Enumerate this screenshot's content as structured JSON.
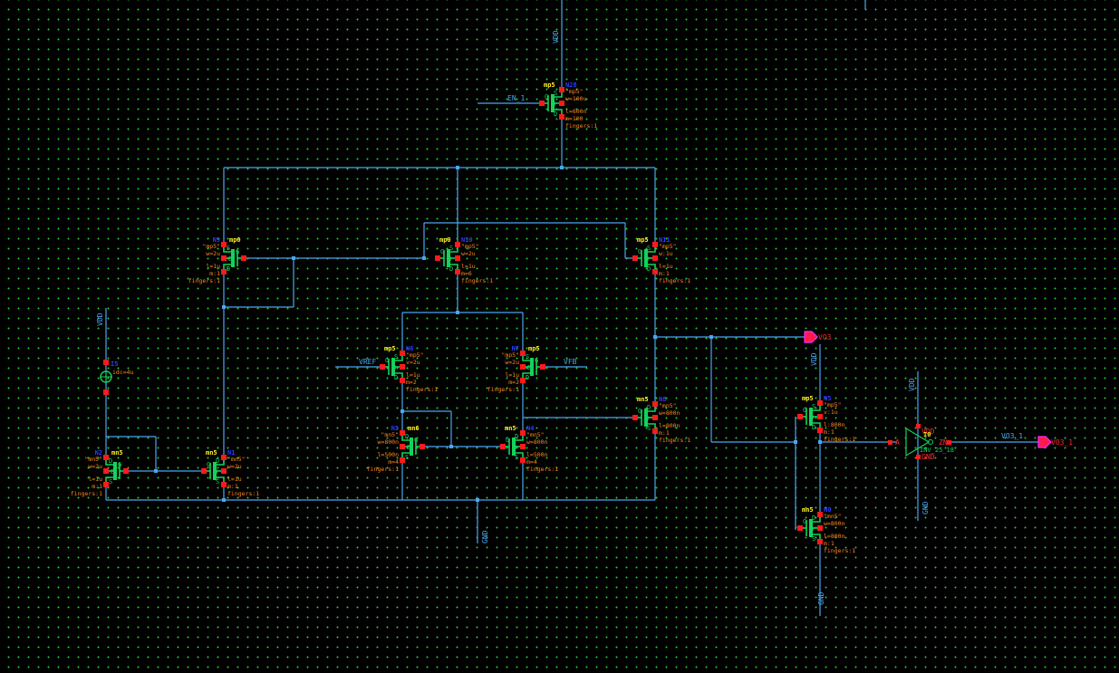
{
  "app": {
    "view": "schematic",
    "background": "#000000",
    "grid_color": "#22c83a",
    "wire_color": "#4aa6f0",
    "pin_color": "#ff1a1a",
    "device_color": "#14d25a"
  },
  "nets": {
    "vdd": "VDD",
    "gnd": "GND",
    "en": "EN_1",
    "vref": "VREF",
    "vfb": "VFB",
    "vo3": "VO3",
    "vo3_1": "VO3_1"
  },
  "pins": {
    "vo3": "VO3",
    "vo3_1": "VO3_1"
  },
  "devices": {
    "n28": {
      "cell": "mp5",
      "inst": "N28",
      "model": "\"mp5\"",
      "w": "w=100u",
      "l": "l=600n",
      "m": "m=100",
      "fingers": "fingers:1",
      "terms": [
        "S",
        "G",
        "B",
        "D"
      ]
    },
    "n9": {
      "cell": "mp0",
      "inst": "N9",
      "model": "\"mp5\"",
      "w": "w=2u",
      "l": "l=1u",
      "m": "m:1",
      "fingers": "fingers:1",
      "terms": [
        "S",
        "G",
        "B",
        "D"
      ]
    },
    "n10": {
      "cell": "mp0",
      "inst": "N10",
      "model": "\"mp5\"",
      "w": "w=2u",
      "l": "l=1u",
      "m": "m=6",
      "fingers": "fingers:1",
      "terms": [
        "S",
        "G",
        "B",
        "D"
      ]
    },
    "n11": {
      "cell": "mp5",
      "inst": "N11",
      "model": "\"mp5\"",
      "w": "w:1u",
      "l": "l=1u",
      "m": "m:1",
      "fingers": "fingers:1",
      "terms": [
        "S",
        "G",
        "B",
        "D"
      ]
    },
    "n6": {
      "cell": "mp5",
      "inst": "N6",
      "model": "\"mp5\"",
      "w": "v=2u",
      "l": "l=1u",
      "m": "m=2",
      "fingers": "fingers:1",
      "terms": [
        "S",
        "G",
        "B",
        "D"
      ]
    },
    "n7": {
      "cell": "mp5",
      "inst": "N7",
      "model": "\"mp5\"",
      "w": "w=2u",
      "l": "l=1u",
      "m": "m=2",
      "fingers": "fingers:1",
      "terms": [
        "S",
        "G",
        "B",
        "D"
      ]
    },
    "n3": {
      "cell": "mn6",
      "inst": "N3",
      "model": "\"mn5\"",
      "w": "w=800n",
      "l": "l=500n",
      "m": "m=4",
      "fingers": "fingers:1",
      "terms": [
        "D",
        "G",
        "B",
        "S"
      ]
    },
    "n4": {
      "cell": "mn5",
      "inst": "N4",
      "model": "\"mn5\"",
      "w": "w=800n",
      "l": "l=500n",
      "m": "m=4",
      "fingers": "fingers:1",
      "terms": [
        "D",
        "G",
        "B",
        "S"
      ]
    },
    "n8": {
      "cell": "mn5",
      "inst": "N8",
      "model": "\"mn5\"",
      "w": "w=800n",
      "l": "l=800n",
      "m": "m:1",
      "fingers": "fingers:1",
      "terms": [
        "D",
        "G",
        "B",
        "S"
      ]
    },
    "n2": {
      "cell": "mn5",
      "inst": "N2",
      "model": "\"mn5\"",
      "w": "w=2u",
      "l": "l=1u",
      "m": "m:1",
      "fingers": "fingers:1",
      "terms": [
        "D",
        "G",
        "B",
        "S"
      ]
    },
    "n1": {
      "cell": "mn5",
      "inst": "N1",
      "model": "\"mn5\"",
      "w": "w=2u",
      "l": "l=1u",
      "m": "m:1",
      "fingers": "fingers:1",
      "terms": [
        "D",
        "G",
        "B",
        "S"
      ]
    },
    "n5": {
      "cell": "mp5",
      "inst": "N5",
      "model": "\"mp5\"",
      "w": "v:1u",
      "l": "l:800n",
      "m": "m:1",
      "fingers": "fingers:1",
      "terms": [
        "S",
        "G",
        "B",
        "D"
      ]
    },
    "n0": {
      "cell": "mn5",
      "inst": "N0",
      "model": "\"mn5\"",
      "w": "w=800n",
      "l": "l=800n",
      "m": "m:1",
      "fingers": "fingers:1",
      "terms": [
        "D",
        "G",
        "B",
        "S"
      ]
    }
  },
  "source": {
    "inst": "I5",
    "value": "idc=4u"
  },
  "inverter": {
    "inst": "I0",
    "cell": "INV_25_18",
    "in": "A",
    "out": "ZN",
    "vdd": "VDD",
    "gnd": "GND"
  }
}
